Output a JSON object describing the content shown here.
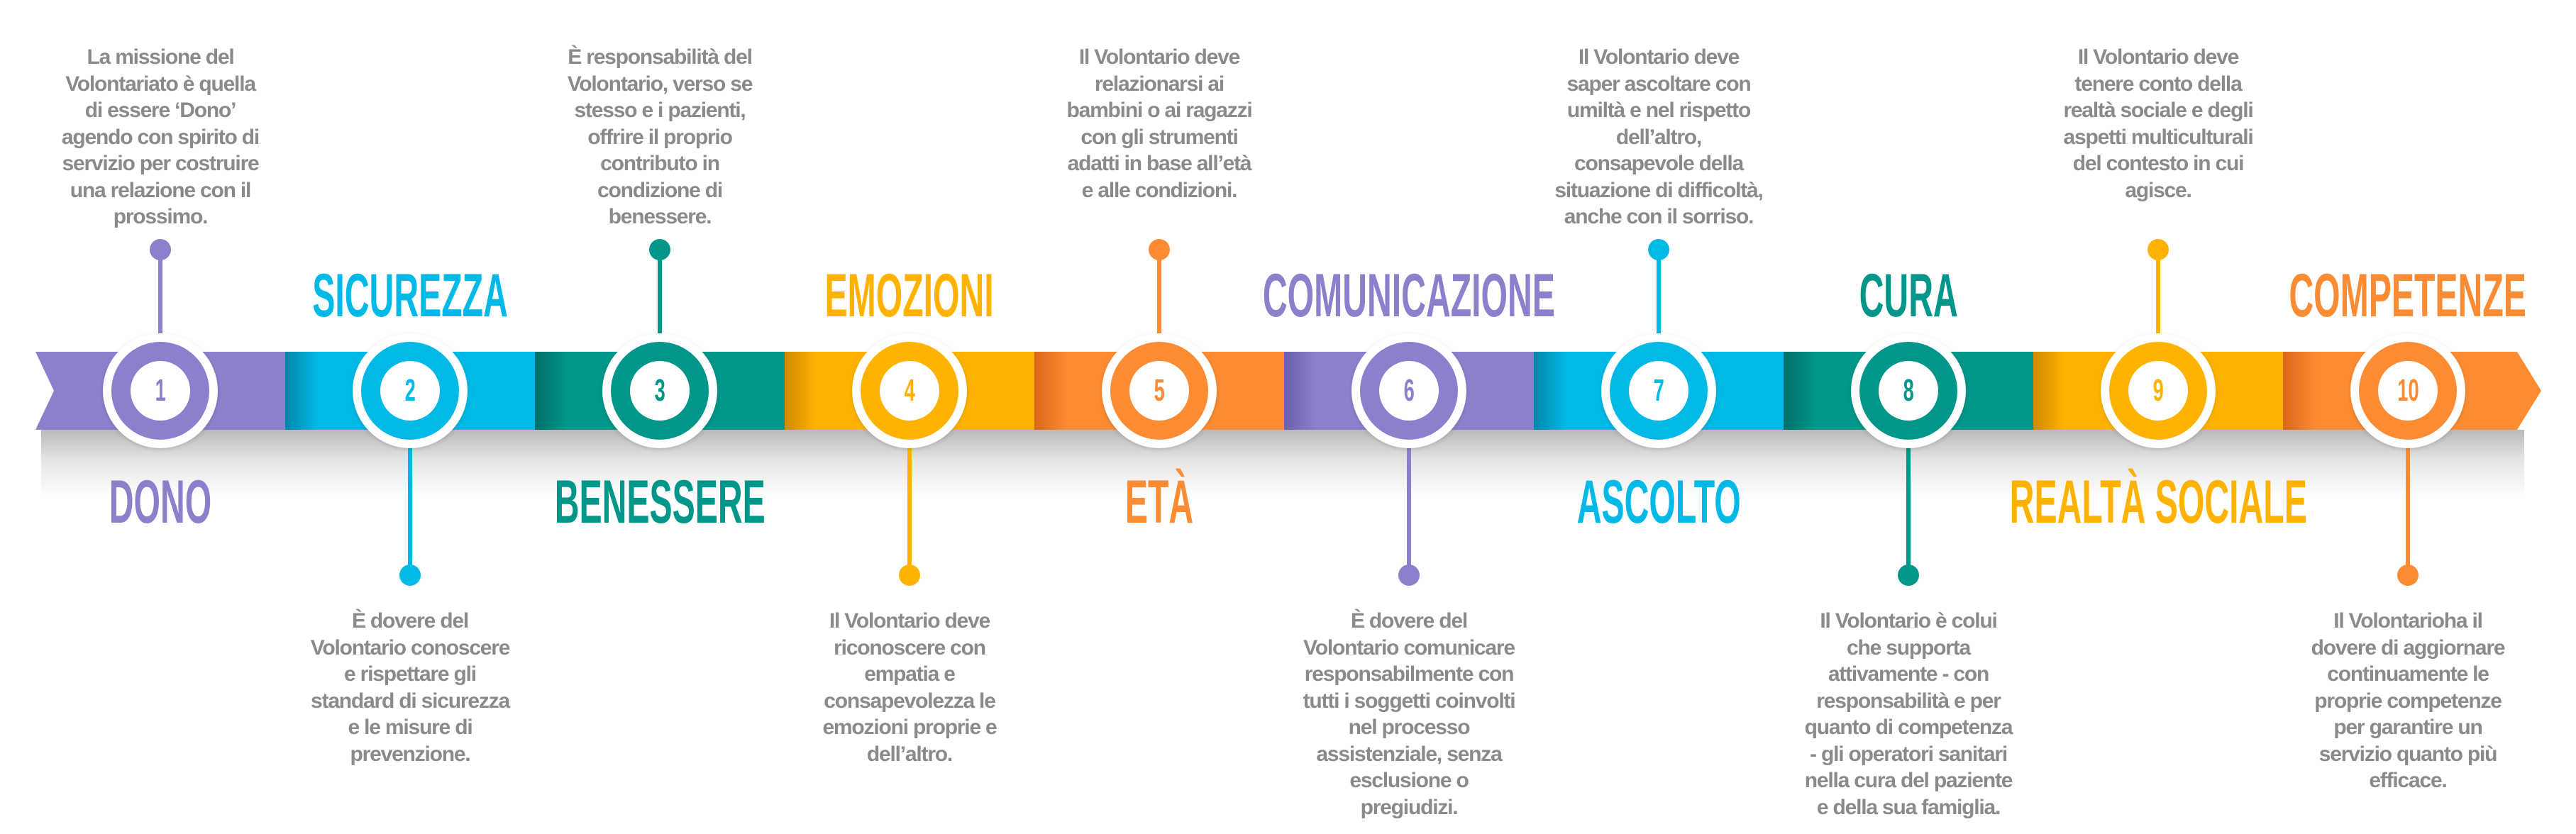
{
  "colors": {
    "purple": "#8e7fcc",
    "cyan": "#00b9e6",
    "teal": "#00968a",
    "yellow": "#ffb300",
    "orange": "#fc8c33",
    "text": "#8a8a8c"
  },
  "items": [
    {
      "number": "1",
      "label": "DONO",
      "color": "#8e7fcc",
      "shade": "#7a6bb8",
      "desc": [
        "La missione del",
        "Volontariato è quella",
        "di essere ‘Dono’",
        "agendo con spirito di",
        "servizio per costruire",
        "una relazione con il",
        "prossimo."
      ]
    },
    {
      "number": "2",
      "label": "SICUREZZA",
      "color": "#00b9e6",
      "shade": "#0086a8",
      "desc": [
        "È dovere del",
        "Volontario conoscere",
        "e rispettare gli",
        "standard di sicurezza",
        "e le misure di",
        "prevenzione."
      ]
    },
    {
      "number": "3",
      "label": "BENESSERE",
      "color": "#00968a",
      "shade": "#006f66",
      "desc": [
        "È responsabilità del",
        "Volontario, verso se",
        "stesso e i pazienti,",
        "offrire il proprio",
        "contributo in",
        "condizione di",
        "benessere."
      ]
    },
    {
      "number": "4",
      "label": "EMOZIONI",
      "color": "#ffb300",
      "shade": "#d08a00",
      "desc": [
        "Il Volontario deve",
        "riconoscere con",
        "empatia e",
        "consapevolezza le",
        "emozioni proprie e",
        "dell’altro."
      ]
    },
    {
      "number": "5",
      "label": "ETÀ",
      "color": "#fc8c33",
      "shade": "#d9661a",
      "desc": [
        "Il Volontario deve",
        "relazionarsi ai",
        "bambini o ai ragazzi",
        "con gli strumenti",
        "adatti in base all’età",
        "e alle condizioni."
      ]
    },
    {
      "number": "6",
      "label": "COMUNICAZIONE",
      "color": "#8e7fcc",
      "shade": "#6c5fae",
      "desc": [
        "È dovere del",
        "Volontario comunicare",
        "responsabilmente con",
        "tutti i soggetti coinvolti",
        "nel processo",
        "assistenziale, senza",
        "esclusione o",
        "pregiudizi."
      ]
    },
    {
      "number": "7",
      "label": "ASCOLTO",
      "color": "#00b9e6",
      "shade": "#0086a8",
      "desc": [
        "Il Volontario deve",
        "saper ascoltare con",
        "umiltà e nel rispetto",
        "dell’altro,",
        "consapevole della",
        "situazione di difficoltà,",
        "anche con il sorriso."
      ]
    },
    {
      "number": "8",
      "label": "CURA",
      "color": "#00968a",
      "shade": "#006f66",
      "desc": [
        "Il Volontario è colui",
        "che supporta",
        "attivamente - con",
        "responsabilità e per",
        "quanto di competenza",
        "- gli operatori sanitari",
        "nella cura del paziente",
        "e della sua famiglia."
      ]
    },
    {
      "number": "9",
      "label": "REALTÀ SOCIALE",
      "color": "#ffb300",
      "shade": "#d08a00",
      "desc": [
        "Il Volontario deve",
        "tenere conto della",
        "realtà sociale e degli",
        "aspetti multiculturali",
        "del contesto in cui",
        "agisce."
      ]
    },
    {
      "number": "10",
      "label": "COMPETENZE",
      "color": "#fc8c33",
      "shade": "#d9661a",
      "desc": [
        "Il Volontarioha il",
        "dovere di aggiornare",
        "continuamente le",
        "proprie competenze",
        "per garantire un",
        "servizio quanto più",
        "efficace."
      ]
    }
  ]
}
